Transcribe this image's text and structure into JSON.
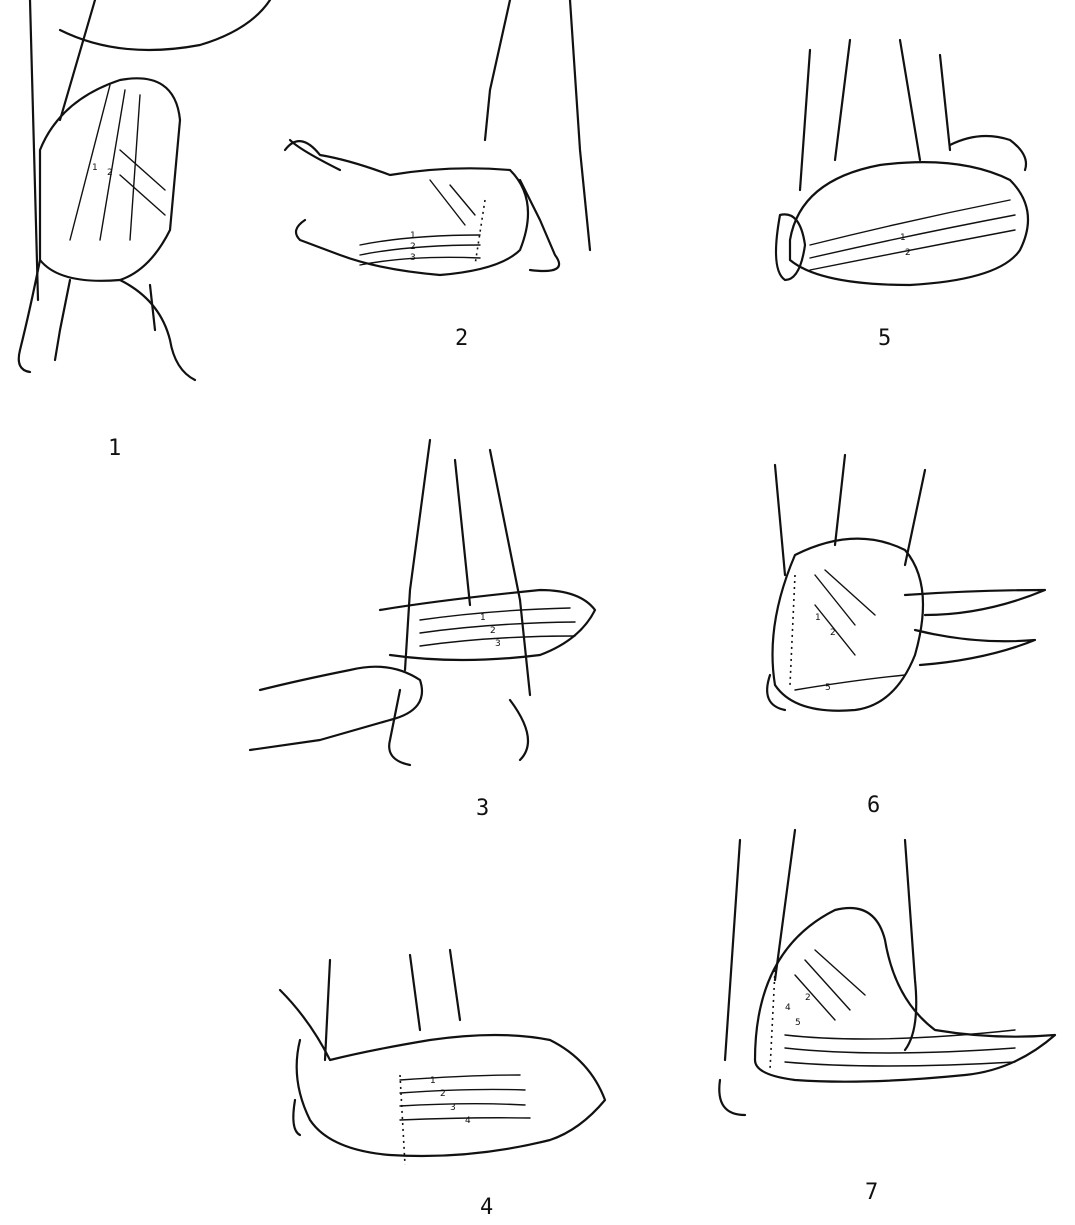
{
  "steps": [
    {
      "id": "1",
      "label": "1"
    },
    {
      "id": "2",
      "label": "2"
    },
    {
      "id": "3",
      "label": "3"
    },
    {
      "id": "4",
      "label": "4"
    },
    {
      "id": "5",
      "label": "5"
    },
    {
      "id": "6",
      "label": "6"
    },
    {
      "id": "7",
      "label": "7"
    }
  ],
  "colors": {
    "ink": "#111111",
    "paper": "#ffffff"
  }
}
